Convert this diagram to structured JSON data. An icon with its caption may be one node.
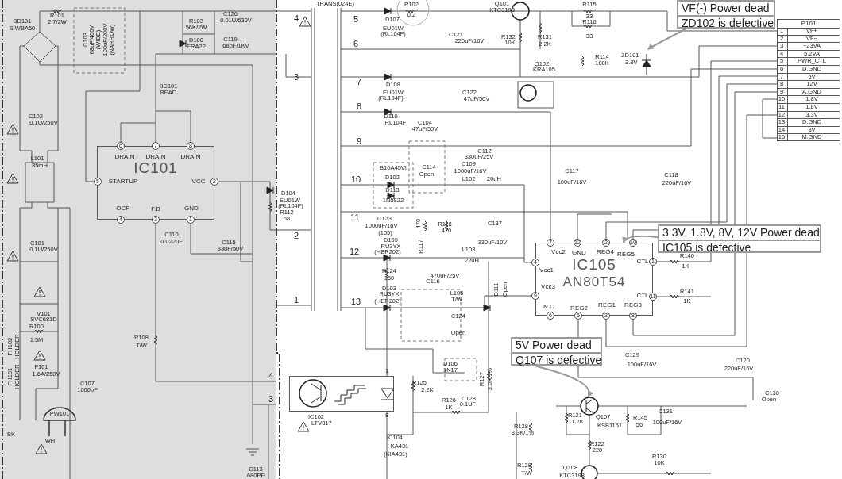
{
  "diagram": {
    "nodes": [
      {
        "text": [
          "VF(-) Power dead",
          "ZD102 is defective"
        ]
      },
      {
        "text": [
          "ZD101",
          "3.3V"
        ]
      },
      {
        "text": [
          "3.3V, 1.8V, 8V, 12V Power dead",
          "IC105 is defective"
        ]
      },
      {
        "text": [
          "IC105",
          "AN80T54"
        ]
      },
      {
        "text": [
          "5V Power dead",
          "Q107 is defective"
        ]
      },
      {
        "text": [
          "Q107",
          "KSB1151"
        ]
      },
      {
        "text": [
          "IC101"
        ]
      },
      {
        "text": [
          "P101"
        ]
      },
      {
        "text": [
          "IC102",
          "LTV817"
        ],
        "beside": [
          "1",
          "8"
        ]
      }
    ],
    "edges": [
      {
        "from": 0,
        "to": 1,
        "arrow": "to"
      },
      {
        "from": 2,
        "to": 3,
        "arrow": "to"
      },
      {
        "from": 4,
        "to": 5,
        "arrow": "to"
      }
    ],
    "labels": [
      "TRANS(024E)",
      "BD101",
      "SIWBA60",
      "R101",
      "2.7/2W",
      "C103",
      "68uF/400V",
      "(WIDE)",
      "100uF/200V",
      "(NARROW)",
      "R103",
      "56K/2W",
      "C126",
      "0.01U/630V",
      "D100",
      "ERA22",
      "C119",
      "68pF/1KV",
      "BC101",
      "BEAD",
      "C102",
      "0.1U/250V",
      "L101",
      "35mH",
      "6",
      "7",
      "8",
      "DRAIN",
      "DRAIN",
      "DRAIN",
      "5",
      "STARTUP",
      "VCC",
      "2",
      "OCP",
      "F.B",
      "GND",
      "4",
      "3",
      "1",
      "D104",
      "EU01W",
      "(RL104F)",
      "R112",
      "68",
      "C110",
      "0.022uF",
      "C115",
      "33uF/50V",
      "C101",
      "0.1U/250V",
      "V101",
      "SVC681D",
      "R100",
      "1.5M",
      "FH102",
      "HOLDER",
      "FH101",
      "HOLDER",
      "F101",
      "1.6A/250V",
      "C107",
      "1000pF",
      "PW101",
      "BK",
      "WH",
      "R108",
      "T/W",
      "C113",
      "680PF",
      "4",
      "3",
      "4",
      "3",
      "2",
      "1",
      "5",
      "6",
      "7",
      "8",
      "9",
      "10",
      "11",
      "12",
      "13",
      "D107",
      "EU01W",
      "(RL104F)",
      "R102",
      "0.2",
      "C121",
      "220uF/16V",
      "Q101",
      "KTC3198",
      "R132",
      "10K",
      "R131",
      "2.2K",
      "R115",
      "33",
      "R116",
      "33",
      "Q102",
      "KRA105",
      "D108",
      "EU01W",
      "(RL104F)",
      "C122",
      "47uF/50V",
      "R114",
      "100K",
      "D110",
      "RL104F",
      "C104",
      "47uF/50V",
      "B10A45VI",
      "D102",
      "C114",
      "Open",
      "C112",
      "330uF/25V",
      "C109",
      "1000uF/16V",
      "L102",
      "20uH",
      "D113",
      "1N5822",
      "C117",
      "100uF/16V",
      "C118",
      "220uF/16V",
      "C123",
      "1000uF/16V",
      "(105)",
      "470",
      "R118",
      "470",
      "C137",
      "R117",
      "330uF/10V",
      "D109",
      "RU3YX",
      "(HER202)",
      "L103",
      "22uH",
      "R124",
      "160",
      "470uF/25V",
      "C116",
      "D111",
      "Open",
      "D103",
      "RU3YX",
      "(HER202)",
      "L105",
      "T/W",
      "C124",
      "Open",
      "D106",
      "1N17",
      "R125",
      "2.2K",
      "R127",
      "3.6K/1%",
      "R126",
      "1K",
      "C128",
      "0.1UF",
      "IC104",
      "KA431",
      "(KIA431)",
      "R128",
      "3.3K/1%",
      "R129",
      "T/W",
      "7",
      "12",
      "2",
      "10",
      "Vcc2",
      "GND",
      "REG4",
      "REG5",
      "4",
      "Vcc1",
      "CTL",
      "1",
      "9",
      "Vcc3",
      "CTL",
      "11",
      "N.C",
      "REG2",
      "REG1",
      "REG3",
      "6",
      "5",
      "3",
      "8",
      "R140",
      "1K",
      "R141",
      "1K",
      "C129",
      "100uF/16V",
      "C120",
      "220uF/16V",
      "C130",
      "Open",
      "R121",
      "1.2K",
      "R145",
      "56",
      "C131",
      "100uF/16V",
      "R122",
      "220",
      "R130",
      "10K",
      "Q108",
      "KTC3198",
      "1",
      "VF+",
      "2",
      "VF−",
      "3",
      "−23VA",
      "4",
      "5.2VA",
      "5",
      "PWR_CTL",
      "6",
      "D.GND",
      "7",
      "5V",
      "8",
      "12V",
      "9",
      "A.GND",
      "10",
      "1.8V",
      "11",
      "1.8V",
      "12",
      "3.3V",
      "13",
      "D.GND",
      "14",
      "8V",
      "15",
      "M.GND"
    ]
  }
}
